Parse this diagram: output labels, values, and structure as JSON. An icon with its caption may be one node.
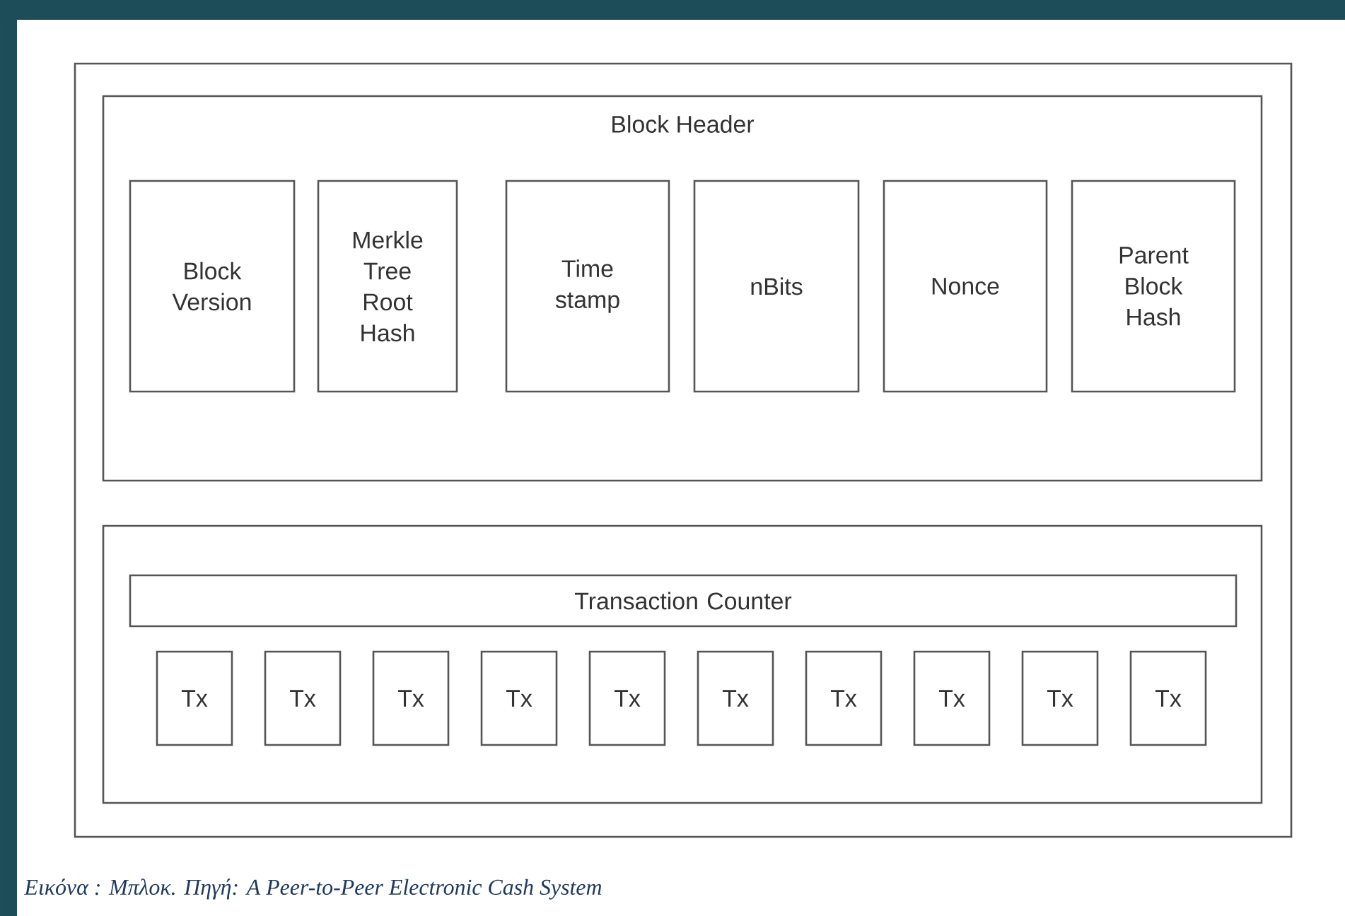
{
  "diagram": {
    "caption": "Εικόνα : Μπλοκ. Πηγή: A Peer-to-Peer Electronic Cash System",
    "nodes": [
      {
        "text": [],
        "shape": "box"
      },
      {
        "text": [
          "Block Header"
        ],
        "in": 0
      },
      {
        "text": [
          "Block Version"
        ],
        "in": 1
      },
      {
        "text": [
          "Merkle Tree Root Hash"
        ],
        "in": 1
      },
      {
        "text": [
          "Time stamp"
        ],
        "in": 1
      },
      {
        "text": [
          "nBits"
        ],
        "in": 1
      },
      {
        "text": [
          "Nonce"
        ],
        "in": 1
      },
      {
        "text": [
          "Parent Block Hash"
        ],
        "in": 1
      },
      {
        "text": [],
        "shape": "box",
        "in": 0
      },
      {
        "text": [
          "Transaction Counter"
        ],
        "in": 8
      },
      {
        "text": [
          "Tx"
        ],
        "in": 8
      },
      {
        "text": [
          "Tx"
        ],
        "in": 8
      },
      {
        "text": [
          "Tx"
        ],
        "in": 8
      },
      {
        "text": [
          "Tx"
        ],
        "in": 8
      },
      {
        "text": [
          "Tx"
        ],
        "in": 8
      },
      {
        "text": [
          "Tx"
        ],
        "in": 8
      },
      {
        "text": [
          "Tx"
        ],
        "in": 8
      },
      {
        "text": [
          "Tx"
        ],
        "in": 8
      },
      {
        "text": [
          "Tx"
        ],
        "in": 8
      },
      {
        "text": [
          "Tx"
        ],
        "in": 8
      }
    ]
  }
}
